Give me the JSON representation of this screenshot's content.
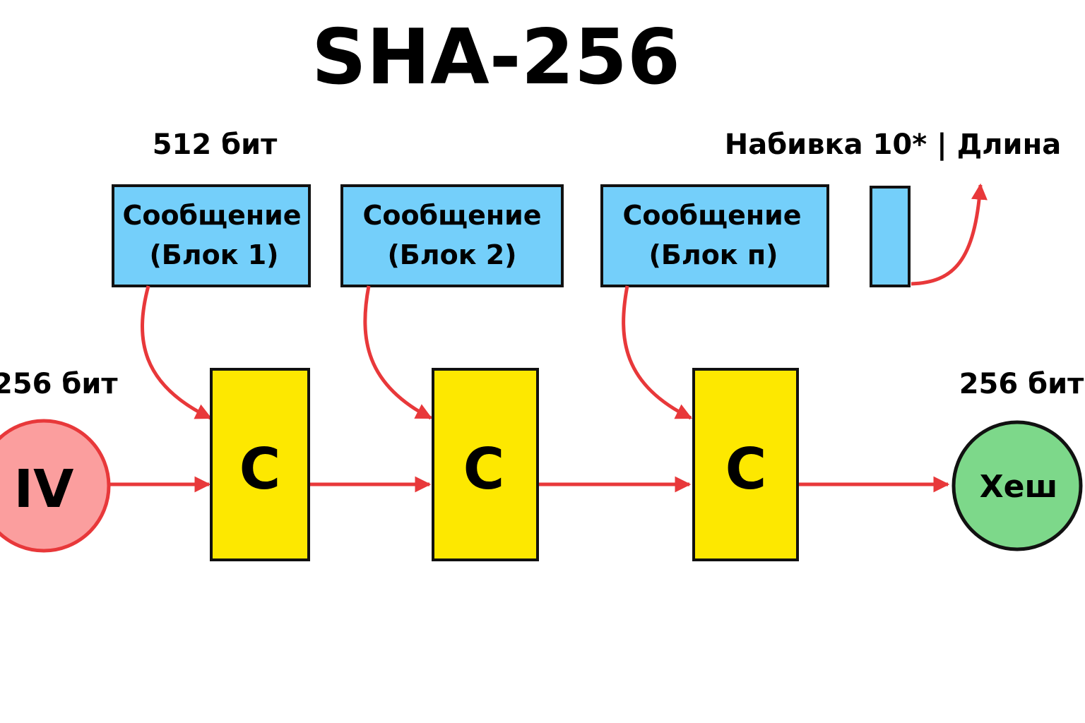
{
  "title": "SHA-256",
  "labels": {
    "block_size": "512 бит",
    "padding": "Набивка 10* | Длина",
    "iv_bits": "256 бит",
    "hash_bits": "256 бит"
  },
  "message_blocks": [
    {
      "line1": "Сообщение",
      "line2": "(Блок 1)"
    },
    {
      "line1": "Сообщение",
      "line2": "(Блок 2)"
    },
    {
      "line1": "Сообщение",
      "line2": "(Блок п)"
    }
  ],
  "compression_label": "C",
  "iv_label": "IV",
  "hash_label": "Хеш",
  "colors": {
    "message_block": "#74cffa",
    "compression": "#fde800",
    "iv": "#fb9e9e",
    "iv_border": "#e8383a",
    "hash": "#7dd88a",
    "arrow": "#e8383a",
    "outline": "#111111"
  }
}
